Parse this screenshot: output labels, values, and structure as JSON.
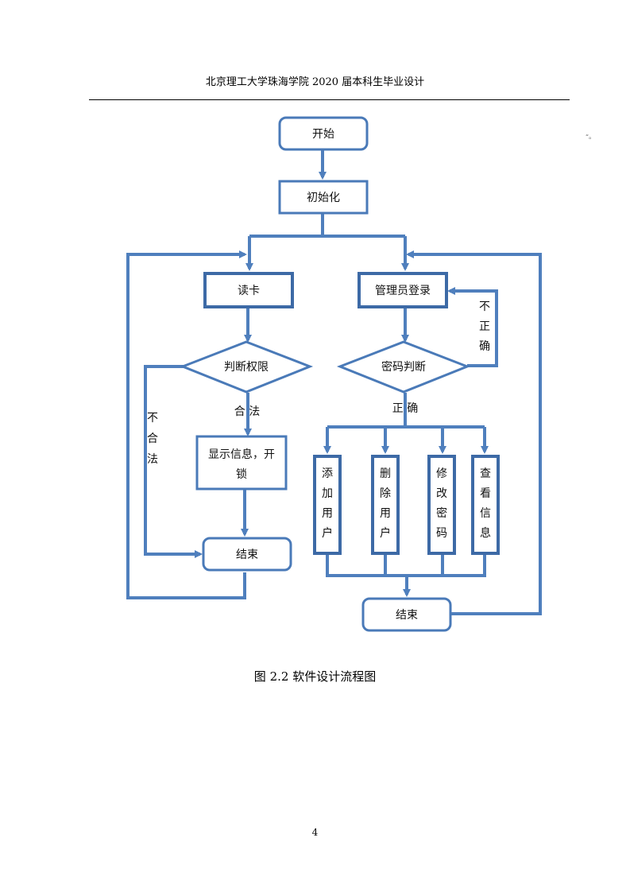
{
  "header": {
    "text": "北京理工大学珠海学院 2020 届本科生毕业设计"
  },
  "flowchart": {
    "start": "开始",
    "init": "初始化",
    "read_card": "读卡",
    "judge_permission": "判断权限",
    "legal": "合 法",
    "illegal": [
      "不",
      "合",
      "法"
    ],
    "show_info": [
      "显示信息，开",
      "锁"
    ],
    "end_left": "结束",
    "admin_login": "管理员登录",
    "password_check": "密码判断",
    "incorrect": [
      "不",
      "正",
      "确"
    ],
    "correct": "正 确",
    "add_user": [
      "添",
      "加",
      "用",
      "户"
    ],
    "delete_user": [
      "删",
      "除",
      "用",
      "户"
    ],
    "change_password": [
      "修",
      "改",
      "密",
      "码"
    ],
    "view_info": [
      "查",
      "看",
      "信",
      "息"
    ],
    "end_right": "结束"
  },
  "caption": "图 2.2  软件设计流程图",
  "page_number": "4"
}
